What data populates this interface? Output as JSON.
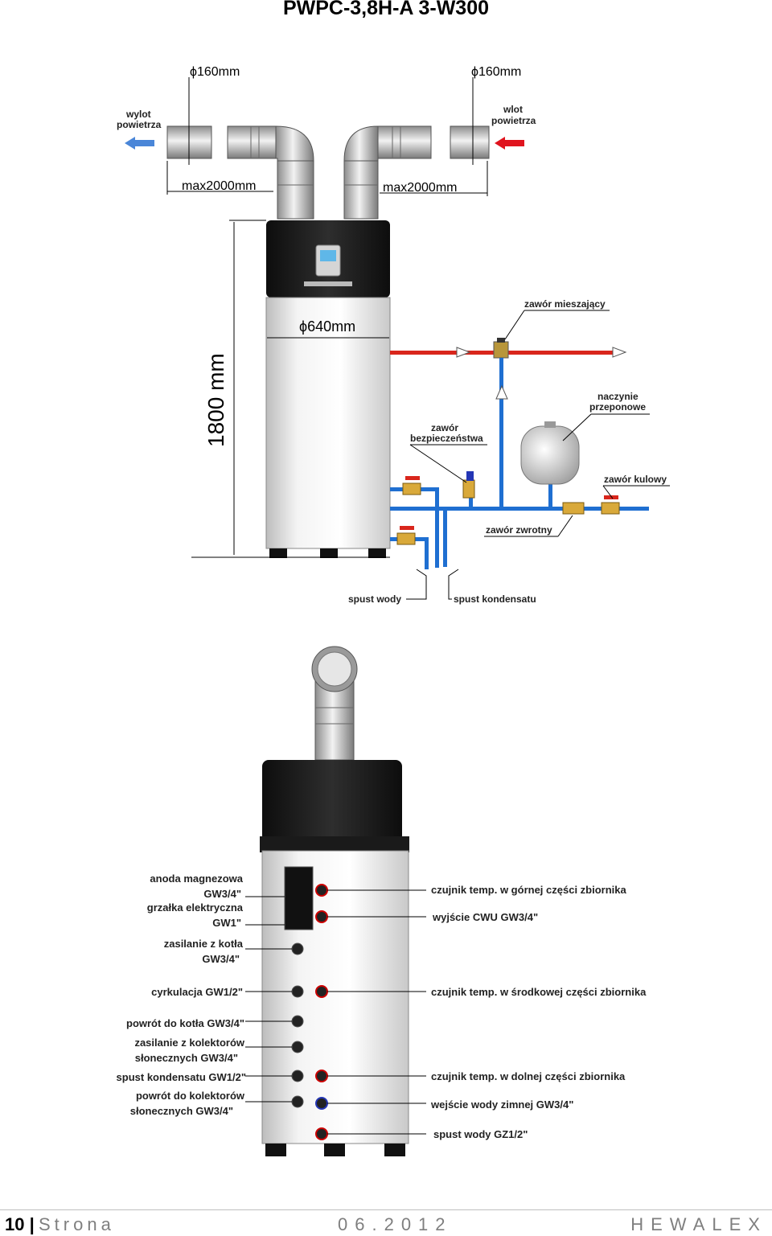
{
  "title": "PWPC-3,8H-A 3-W300",
  "top_diagram": {
    "duct_left_diameter": "ϕ160mm",
    "duct_right_diameter": "ϕ160mm",
    "outlet_label_1": "wylot",
    "outlet_label_2": "powietrza",
    "inlet_label_1": "wlot",
    "inlet_label_2": "powietrza",
    "max_left": "max2000mm",
    "max_right": "max2000mm",
    "tank_diameter": "ϕ640mm",
    "height": "1800 mm",
    "mixing_valve": "zawór mieszający",
    "expansion_vessel_1": "naczynie",
    "expansion_vessel_2": "przeponowe",
    "safety_valve_1": "zawór",
    "safety_valve_2": "bezpieczeństwa",
    "ball_valve": "zawór kulowy",
    "check_valve": "zawór zwrotny",
    "water_drain": "spust wody",
    "condensate_drain": "spust kondensatu"
  },
  "bottom_diagram": {
    "left_labels": [
      "anoda magnezowa",
      "GW3/4\"",
      "grzałka elektryczna",
      "GW1\"",
      "zasilanie z kotła",
      "GW3/4\"",
      "cyrkulacja GW1/2\"",
      "powrót do kotła GW3/4\"",
      "zasilanie z kolektorów",
      "słonecznych GW3/4\"",
      "spust kondensatu GW1/2\"",
      "powrót do kolektorów",
      "słonecznych GW3/4\""
    ],
    "right_labels": [
      "czujnik temp. w górnej części zbiornika",
      "wyjście CWU GW3/4\"",
      "czujnik temp. w środkowej części zbiornika",
      "czujnik temp. w dolnej części zbiornika",
      "wejście wody zimnej GW3/4\"",
      "spust wody GZ1/2\""
    ]
  },
  "footer": {
    "page": "10 |",
    "strona": "Strona",
    "date": "06.2012",
    "brand": "HEWALEX"
  },
  "colors": {
    "hot_pipe": "#d9261c",
    "cold_pipe": "#1f6fd1",
    "unit_top": "#1a1a1a",
    "tank": "#e8e8e8",
    "arrow_out": "#4a86d8",
    "arrow_in": "#e0141e"
  }
}
